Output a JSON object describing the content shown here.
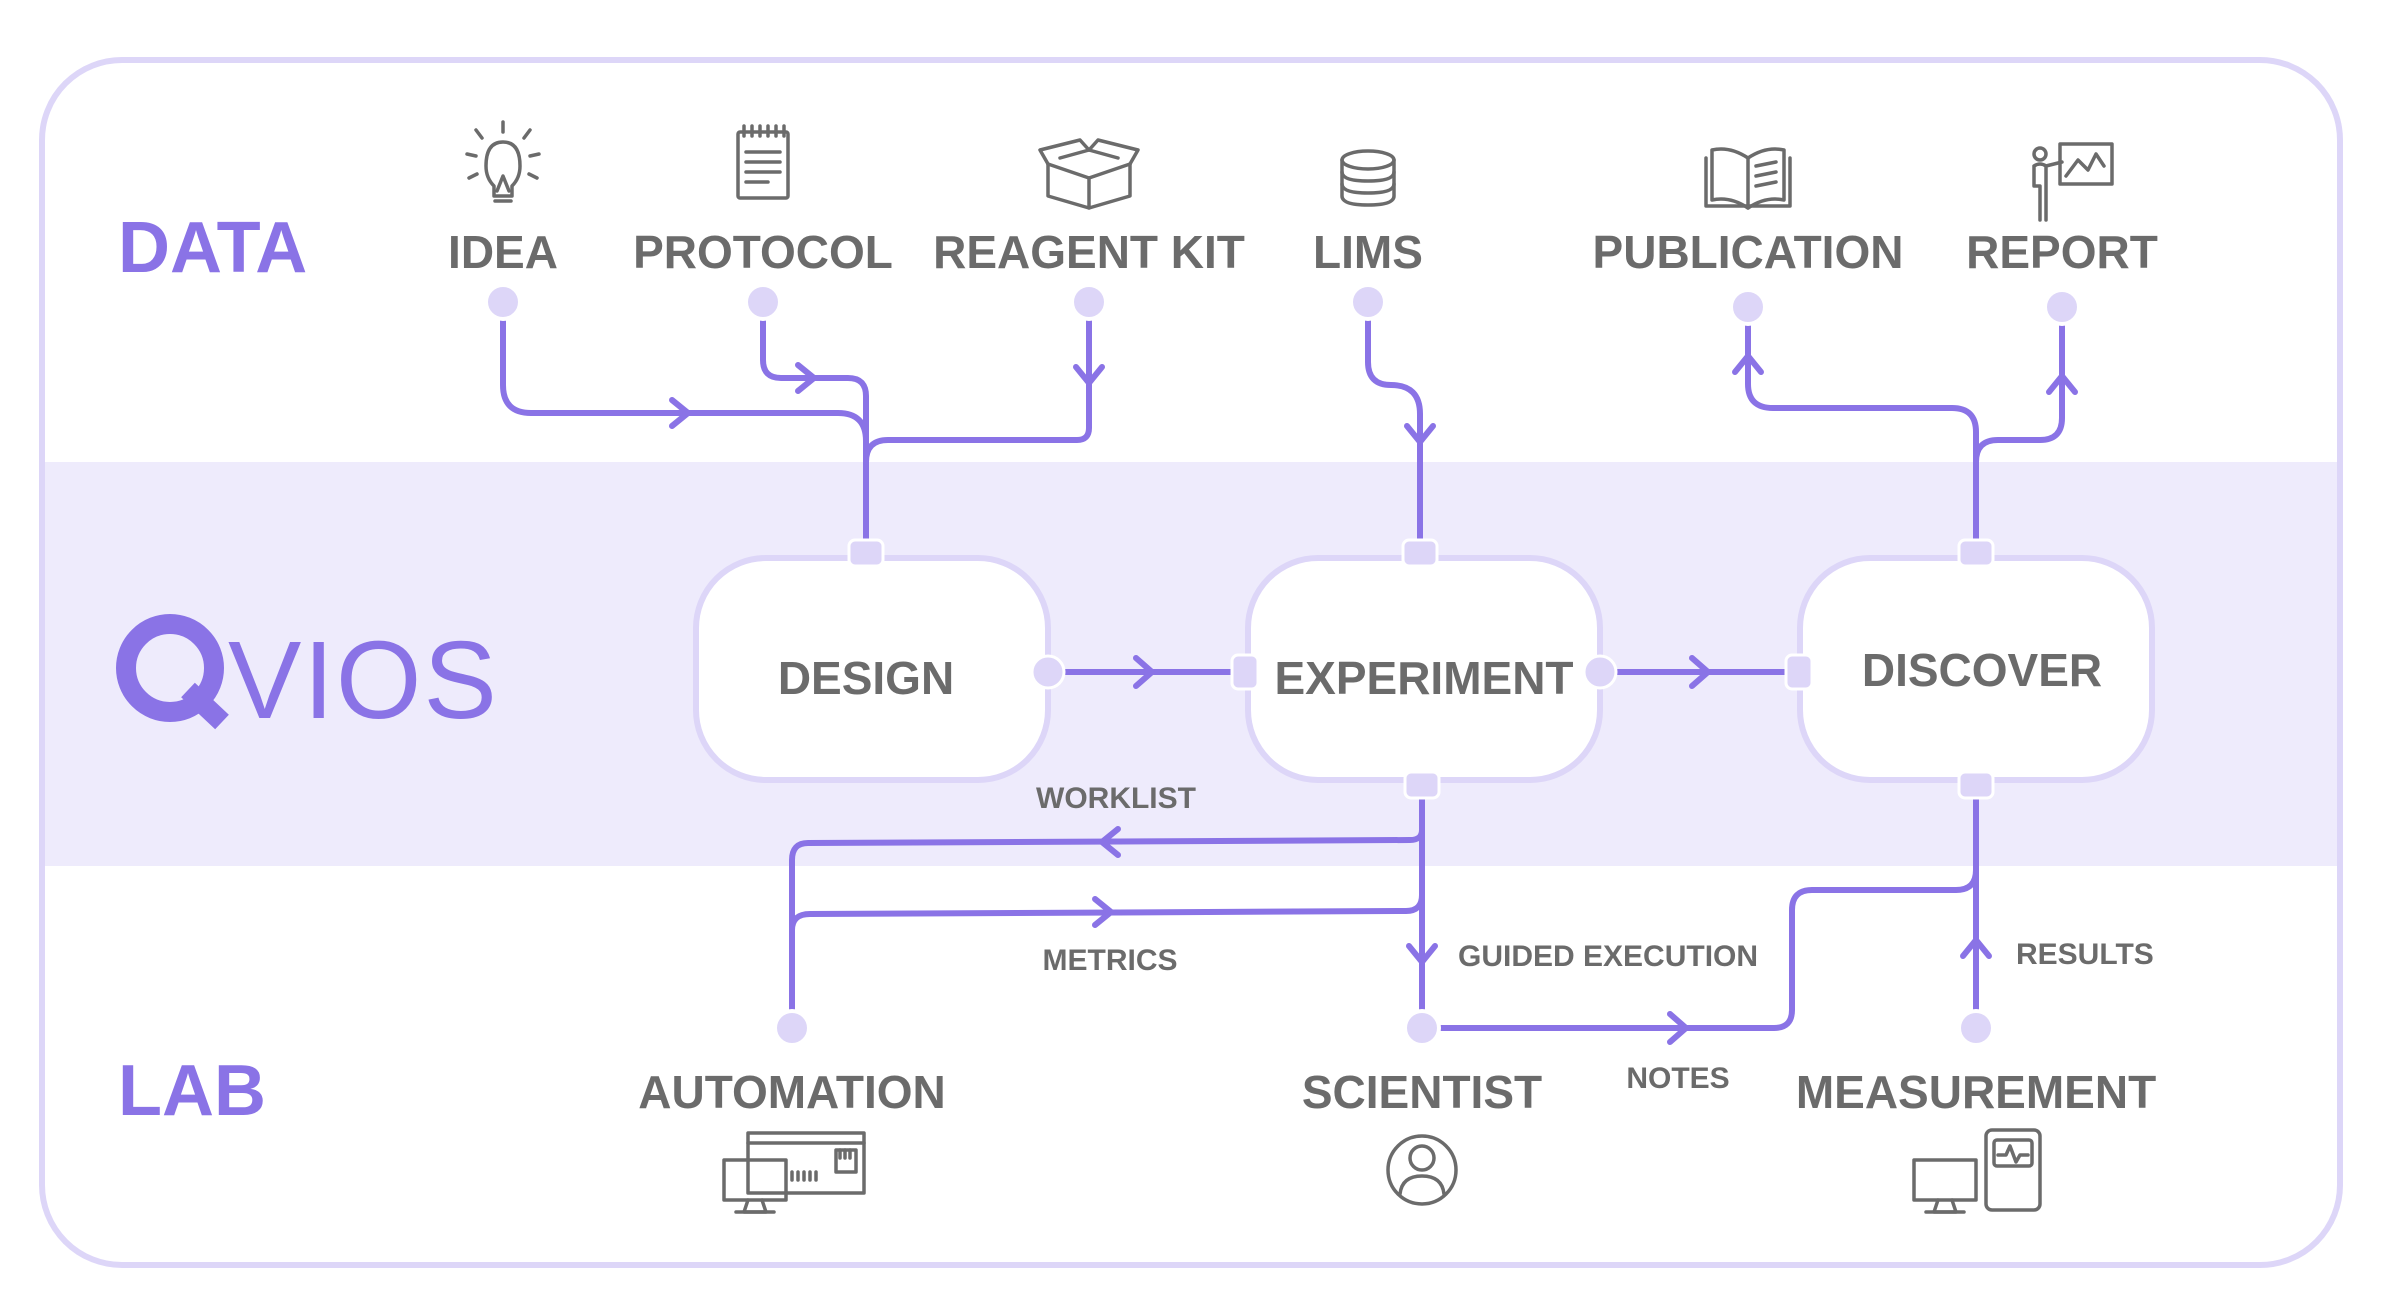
{
  "rows": {
    "data": "DATA",
    "lab": "LAB"
  },
  "logo": {
    "text": "VIOS",
    "mark": "Q"
  },
  "data_nodes": {
    "idea": {
      "label": "IDEA",
      "icon": "lightbulb-icon"
    },
    "protocol": {
      "label": "PROTOCOL",
      "icon": "notepad-icon"
    },
    "reagent_kit": {
      "label": "REAGENT KIT",
      "icon": "open-box-icon"
    },
    "lims": {
      "label": "LIMS",
      "icon": "database-icon"
    },
    "publication": {
      "label": "PUBLICATION",
      "icon": "open-book-icon"
    },
    "report": {
      "label": "REPORT",
      "icon": "presenter-chart-icon"
    }
  },
  "stages": {
    "design": "DESIGN",
    "experiment": "EXPERIMENT",
    "discover": "DISCOVER"
  },
  "lab_nodes": {
    "automation": {
      "label": "AUTOMATION",
      "icon": "lab-automation-icon"
    },
    "scientist": {
      "label": "SCIENTIST",
      "icon": "user-circle-icon"
    },
    "measurement": {
      "label": "MEASUREMENT",
      "icon": "instrument-monitor-icon"
    }
  },
  "edges": {
    "worklist": "WORKLIST",
    "metrics": "METRICS",
    "guided_execution": "GUIDED EXECUTION",
    "notes": "NOTES",
    "results": "RESULTS"
  },
  "colors": {
    "accent": "#8a73e6",
    "accent_light": "#ddd6f8",
    "band": "#eeebfc",
    "text_gray": "#6b6b6b"
  }
}
